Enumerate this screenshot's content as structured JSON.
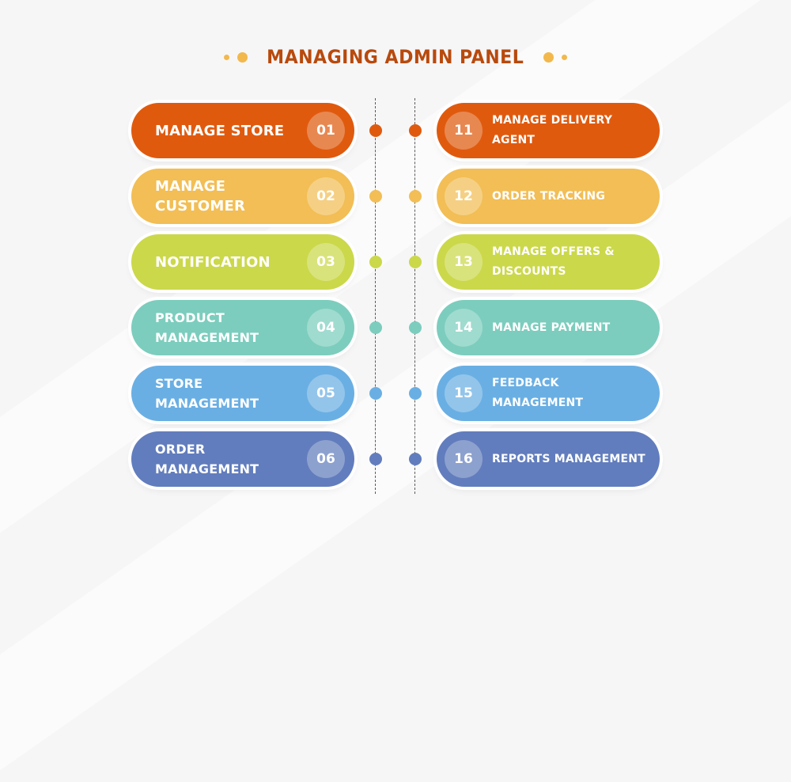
{
  "title": "MANAGING ADMIN PANEL",
  "left_items": [
    {
      "number": "01",
      "label": "MANAGE STORE",
      "color": "#e05a0e"
    },
    {
      "number": "02",
      "label": "MANAGE CUSTOMER",
      "color": "#f2be55"
    },
    {
      "number": "03",
      "label": "NOTIFICATION",
      "color": "#cbd84a"
    },
    {
      "number": "04",
      "label": "PRODUCT MANAGEMENT",
      "color": "#7ccdbd"
    },
    {
      "number": "05",
      "label": "STORE MANAGEMENT",
      "color": "#6aafe3"
    },
    {
      "number": "06",
      "label": "ORDER MANAGEMENT",
      "color": "#627dbd"
    }
  ],
  "right_items": [
    {
      "number": "11",
      "label": "MANAGE DELIVERY AGENT",
      "color": "#e05a0e"
    },
    {
      "number": "12",
      "label": "ORDER TRACKING",
      "color": "#f2be55"
    },
    {
      "number": "13",
      "label": "MANAGE OFFERS & DISCOUNTS",
      "color": "#cbd84a"
    },
    {
      "number": "14",
      "label": "MANAGE PAYMENT",
      "color": "#7ccdbd"
    },
    {
      "number": "15",
      "label": "FEEDBACK MANAGEMENT",
      "color": "#6aafe3"
    },
    {
      "number": "16",
      "label": "REPORTS MANAGEMENT",
      "color": "#627dbd"
    }
  ]
}
